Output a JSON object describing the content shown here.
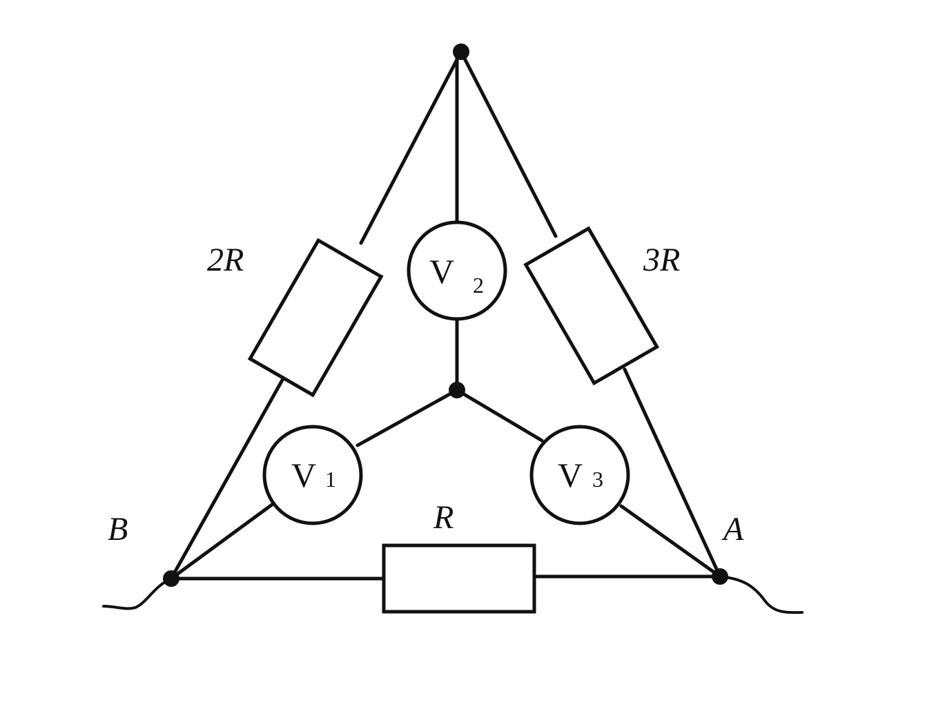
{
  "diagram": {
    "nodes": {
      "left": "B",
      "right": "A"
    },
    "resistors": {
      "left": "2R",
      "right": "3R",
      "bottom": "R"
    },
    "voltmeters": {
      "v1": {
        "letter": "V",
        "subscript": "1"
      },
      "v2": {
        "letter": "V",
        "subscript": "2"
      },
      "v3": {
        "letter": "V",
        "subscript": "3"
      }
    }
  }
}
